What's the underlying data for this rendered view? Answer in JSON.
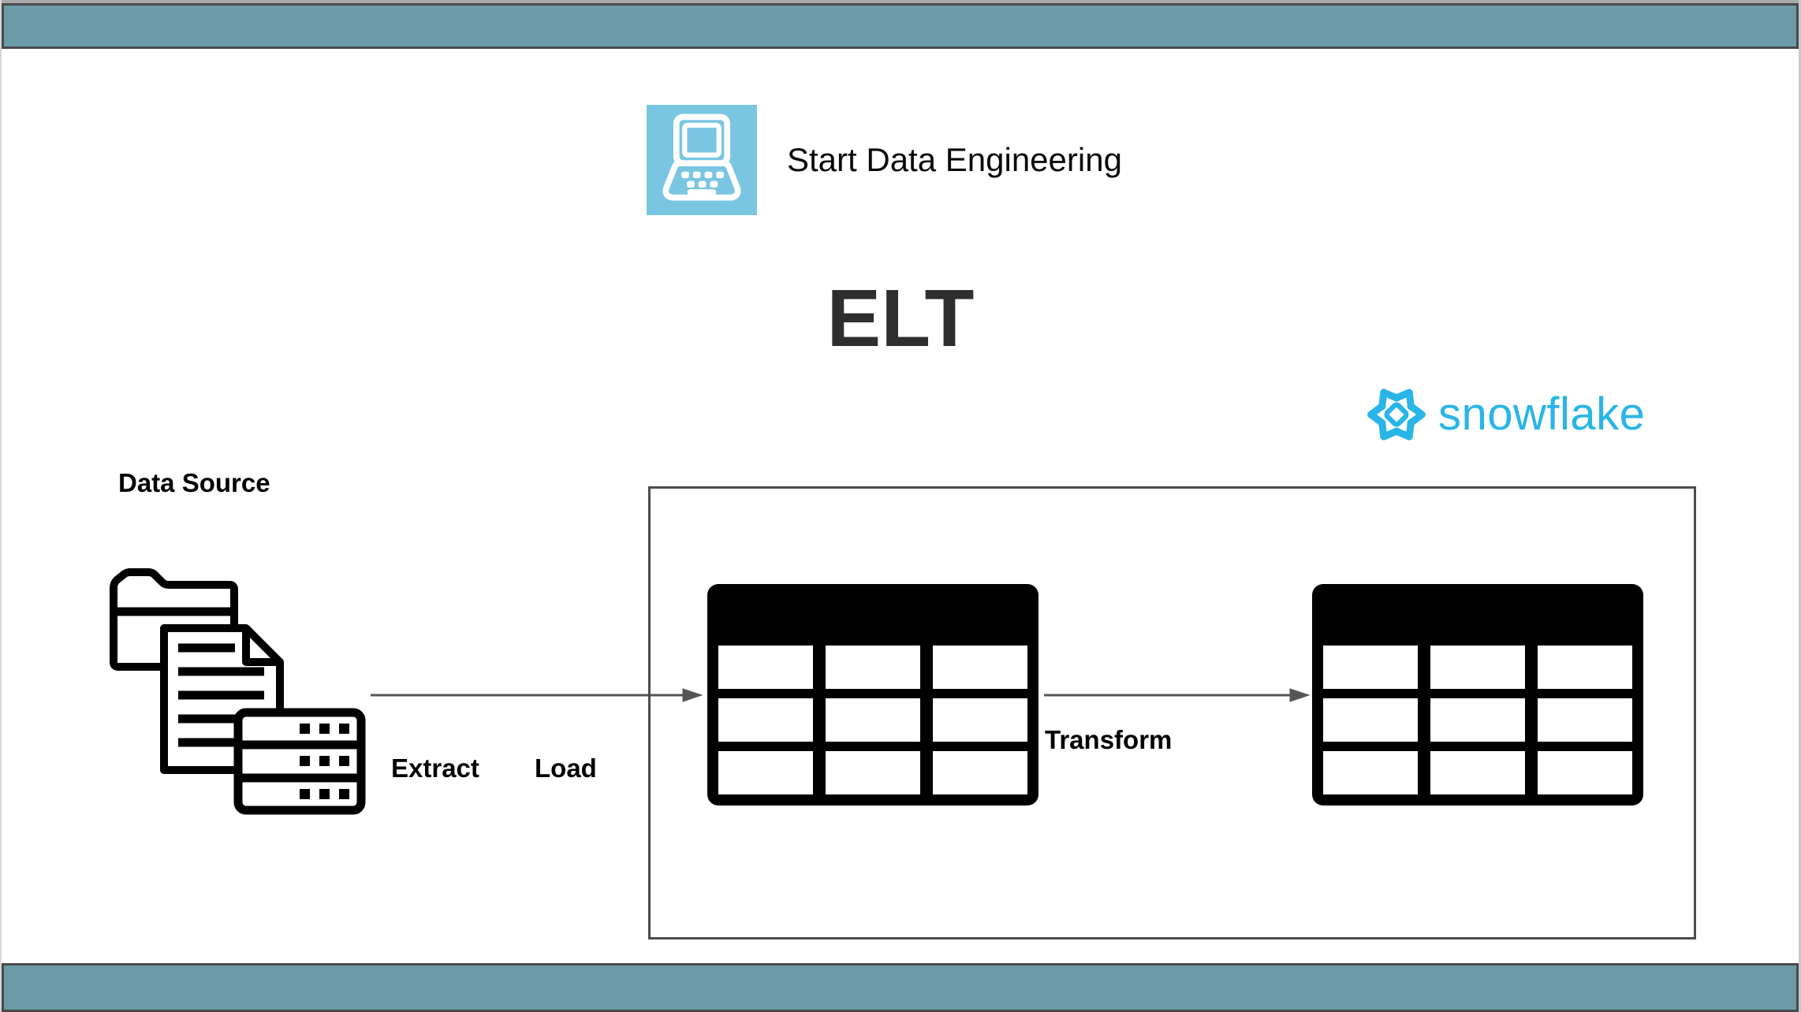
{
  "slide": {
    "background": "#ffffff",
    "frame_color": "#a9a9a9"
  },
  "bars": {
    "fill_color": "#6B9BA7",
    "border_color": "#4a4a4a"
  },
  "brand": {
    "name": "Start Data Engineering",
    "logo_bg": "#7AC6E2",
    "logo_icon": "laptop-icon",
    "icon_stroke": "#ffffff"
  },
  "title": {
    "text": "ELT",
    "color": "#2e2e2e"
  },
  "snowflake": {
    "wordmark": "snowflake",
    "color": "#29B5E8",
    "icon": "snowflake-icon"
  },
  "diagram": {
    "source_label": "Data Source",
    "source_icons": [
      "folder-icon",
      "document-icon",
      "server-icon"
    ],
    "labels": {
      "extract": "Extract",
      "load": "Load",
      "transform": "Transform"
    },
    "arrow_color": "#555555",
    "warehouse_box_border": "#4d4d4d",
    "table_icon_color": "#000000",
    "tables": [
      {
        "name": "raw-table"
      },
      {
        "name": "transformed-table"
      }
    ]
  }
}
